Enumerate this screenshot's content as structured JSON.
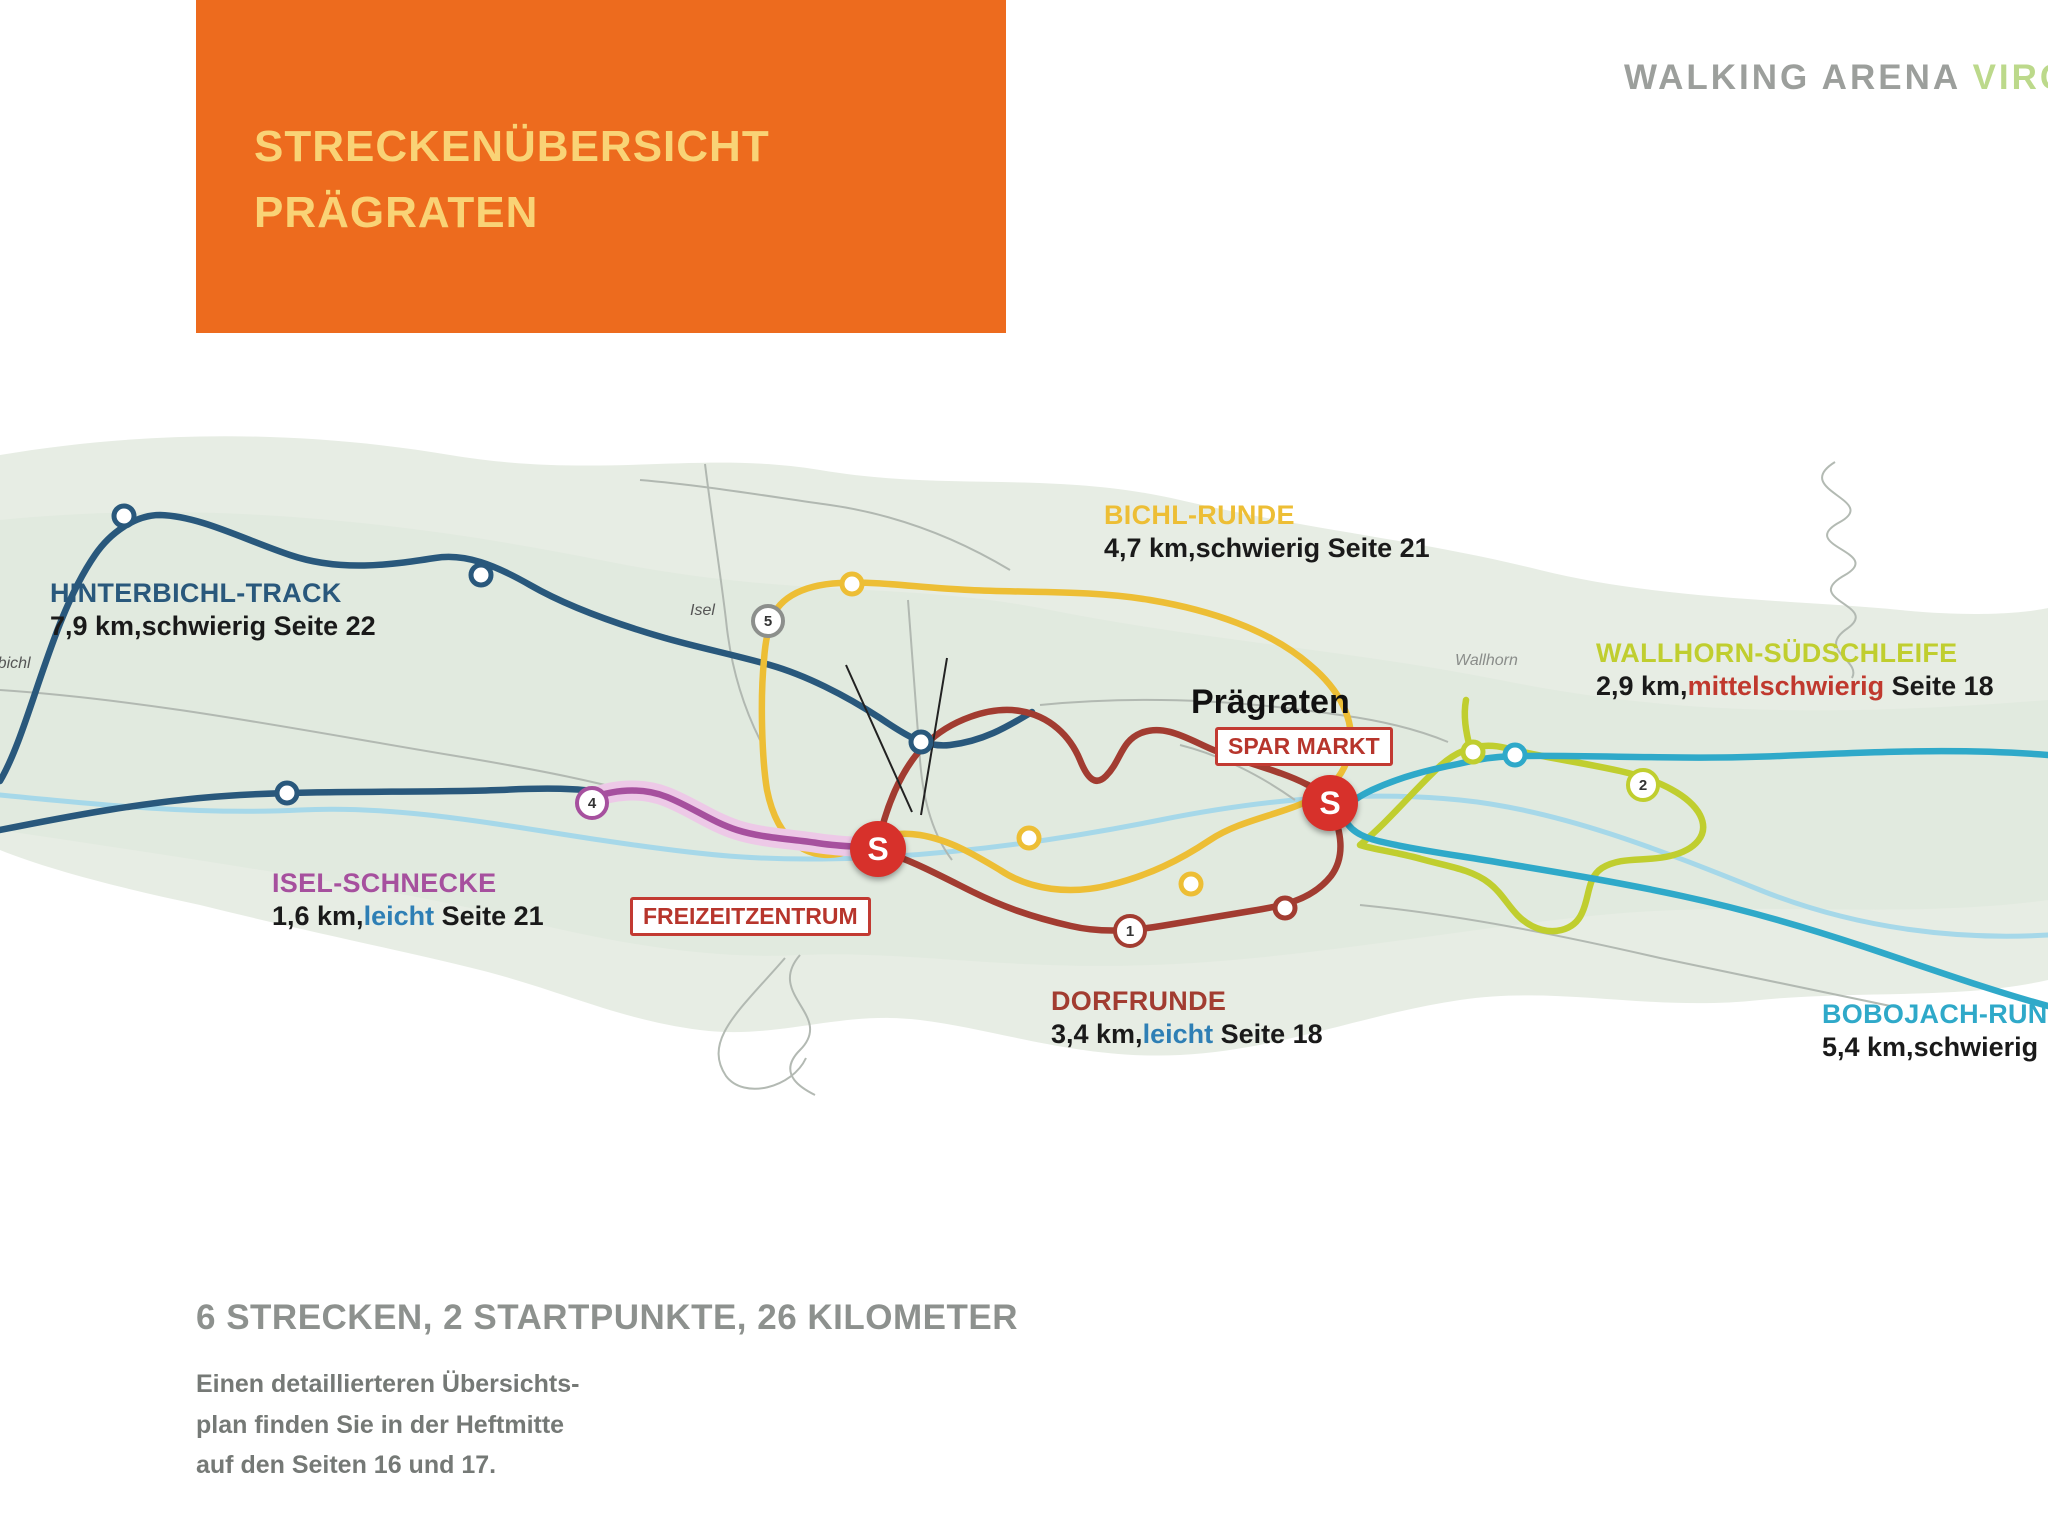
{
  "header": {
    "title_line1": "STRECKENÜBERSICHT",
    "title_line2": "PRÄGRATEN",
    "brand_gray": "WALKING ARENA ",
    "brand_green": "VIRGENTAL"
  },
  "colors": {
    "accent_orange": "#ED6B1E",
    "title_text": "#F9D376",
    "brand_gray": "#9C9F9C",
    "brand_green": "#BCD98B",
    "start_red": "#D7312B",
    "poi_red": "#B7352C",
    "waypoint_gray": "#8C8F8C",
    "river_blue": "#A6D8E9"
  },
  "map": {
    "town": "Prägraten",
    "poi_spar": "SPAR MARKT",
    "poi_freizeitzentrum": "FREIZEITZENTRUM",
    "start_letter": "S",
    "labels_small": {
      "isel": "Isel",
      "wallhorn": "Wallhorn",
      "hinterbichl": "Hinterbichl"
    },
    "waypoints": {
      "w1": "1",
      "w2": "2",
      "w4": "4",
      "w5": "5"
    },
    "trails": [
      {
        "name": "HINTERBICHL-TRACK",
        "distance": "7,9 km,",
        "difficulty": "schwierig",
        "page": " Seite 22",
        "color": "#29587C",
        "difficulty_color": "#1A1A1A"
      },
      {
        "name": "BICHL-RUNDE",
        "distance": "4,7 km,",
        "difficulty": "schwierig",
        "page": " Seite 21",
        "color": "#EDBE35",
        "difficulty_color": "#1A1A1A"
      },
      {
        "name": "WALLHORN-SÜDSCHLEIFE",
        "distance": "2,9 km,",
        "difficulty": "mittelschwierig",
        "page": " Seite 18",
        "color": "#C0CE2F",
        "difficulty_color": "#C0392E"
      },
      {
        "name": "ISEL-SCHNECKE",
        "distance": "1,6 km,",
        "difficulty": "leicht",
        "page": " Seite 21",
        "color": "#A6509E",
        "casing_color": "#EDC9E7",
        "difficulty_color": "#2E7FB5"
      },
      {
        "name": "DORFRUNDE",
        "distance": "3,4 km,",
        "difficulty": "leicht",
        "page": " Seite 18",
        "color": "#A23C31",
        "difficulty_color": "#2E7FB5"
      },
      {
        "name": "BOBOJACH-RUNDE",
        "distance": "5,4 km,",
        "difficulty": "schwierig",
        "page": "",
        "color": "#2FA9C9",
        "difficulty_color": "#1A1A1A"
      }
    ]
  },
  "footer": {
    "headline": "6 STRECKEN, 2 STARTPUNKTE, 26 KILOMETER",
    "line1": "Einen detaillierteren Übersichts-",
    "line2": "plan finden Sie in der Heftmitte",
    "line3": "auf den Seiten 16 und 17."
  }
}
